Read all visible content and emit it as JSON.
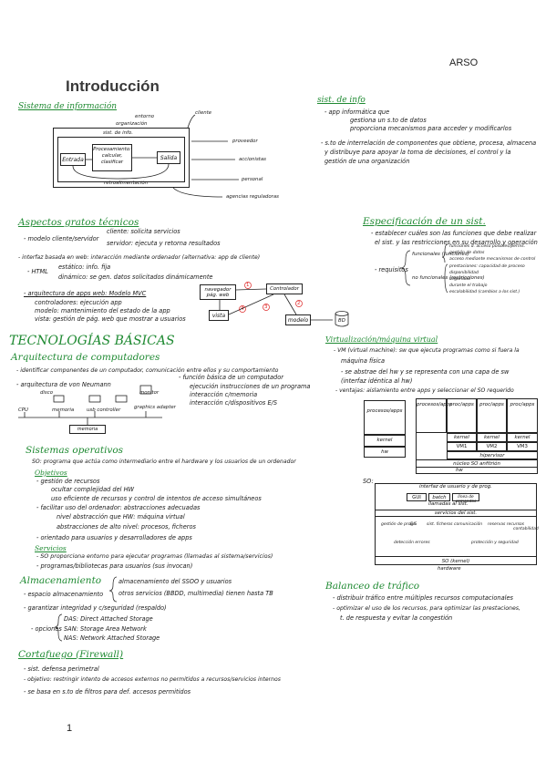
{
  "header": {
    "course": "ARSO",
    "title": "Introducción",
    "page_number": "1"
  },
  "sistema_info": {
    "title": "Sistema de información",
    "diagram": {
      "entorno": "entorno",
      "organizacion": "organización",
      "sist_info": "sist. de info.",
      "cliente": "cliente",
      "entrada": "Entrada",
      "procesamiento": "Procesamiento: calcular, clasificar",
      "salida": "Salida",
      "proveedor": "proveedor",
      "accionistas": "accionistas",
      "retroalimentacion": "retroalimentación",
      "personal": "personal",
      "agencias": "agencias reguladoras"
    }
  },
  "sist_de_info": {
    "title": "sist. de info",
    "lines": [
      "- app informática que",
      "gestiona un s.to de datos",
      "proporciona mecanismos para acceder y modificarlos",
      "- s.to de interrelación de componentes que obtiene, procesa, almacena",
      "y distribuye para apoyar la toma de decisiones, el control y la",
      "gestión de una organización"
    ]
  },
  "aspectos": {
    "title": "Aspectos gratos técnicos",
    "lines": [
      "- modelo cliente/servidor",
      "cliente: solicita servicios",
      "servidor: ejecuta y retorna resultados",
      "- interfaz basada en web: interacción mediante ordenador (alternativa: app de cliente)",
      "- HTML",
      "estático: info. fija",
      "dinámico: se gen. datos solicitados dinámicamente",
      "- arquitectura de apps web: Modelo MVC",
      "controladores: ejecución app",
      "modelo: mantenimiento del estado de la app",
      "vista: gestión de pág. web que mostrar a usuarios"
    ],
    "mvc": {
      "navegador": "navegador pág. web",
      "controlador": "Controlador",
      "vista": "vista",
      "modelo": "modelo",
      "bd": "BD",
      "n1": "1",
      "n2": "2",
      "n3": "3",
      "n4": "4"
    }
  },
  "especificacion": {
    "title": "Especificación de un sist.",
    "lines": [
      "- establecer cuáles son las funciones que debe realizar",
      "el sist. y las restricciones en su desarrollo y operación",
      "- requisitos",
      "funcionales (funciones)",
      "no funcionales (restricciones)",
      "funciones d. acceso posibles/perms.",
      "gestión de datos",
      "acceso mediante mecanismos de control",
      "prestaciones: capacidad de proceso",
      "disponibilidad",
      "seguridad",
      "durante el trabajo",
      "escalabilidad (cambios a los sist.)"
    ]
  },
  "tecnologias": {
    "title": "TECNOLOGÍAS BÁSICAS",
    "arquitectura_title": "Arquitectura de computadores",
    "lines": [
      "- identificar componentes de un computador, comunicación entre ellos y su comportamiento",
      "- arquitectura de von Neumann",
      "- función básica de un computador",
      "ejecución instrucciones de un programa",
      "interacción c/memoria",
      "interacción c/dispositivos E/S"
    ],
    "diagram": {
      "cpu": "CPU",
      "memoria": "memoria",
      "disco": "disco",
      "usb_controller": "usb controller",
      "graphics_adapter": "graphics adapter",
      "monitor": "monitor",
      "memoria_bus": "memoria"
    }
  },
  "sistemas_operativos": {
    "title": "Sistemas operativos",
    "definition": "SO: programa que actúa como intermediario entre el hardware y los usuarios de un ordenador",
    "objetivos_title": "Objetivos",
    "lines": [
      "- gestión de recursos",
      "ocultar complejidad del HW",
      "uso eficiente de recursos y control de intentos de acceso simultáneos",
      "- facilitar uso del ordenador: abstracciones adecuadas",
      "nivel abstracción que HW: máquina virtual",
      "abstracciones de alto nivel: procesos, ficheros",
      "- orientado para usuarios y desarrolladores de apps"
    ],
    "servicios_title": "Servicios",
    "servicios": [
      "- SO proporciona entorno para ejecutar programas (llamadas al sistema/servicios)",
      "- programas/bibliotecas para usuarios (sus invocan)"
    ]
  },
  "almacenamiento": {
    "title": "Almacenamiento",
    "lines": [
      "- espacio almacenamiento",
      "almacenamiento del SSOO y usuarios",
      "otros servicios (BBDD, multimedia) tienen hasta TB",
      "- garantizar integridad y c/seguridad (respaldo)",
      "- opciones",
      "DAS: Direct Attached Storage",
      "SAN: Storage Area Network",
      "NAS: Network Attached Storage"
    ]
  },
  "cortafuego": {
    "title": "Cortafuego (Firewall)",
    "lines": [
      "- sist. defensa perimetral",
      "- objetivo: restringir intento de accesos externos no permitidos a recursos/servicios internos",
      "- se basa en s.to de filtros para def. accesos permitidos"
    ]
  },
  "virtualizacion": {
    "title": "Virtualización/máquina virtual",
    "lines": [
      "- VM (virtual machine): sw que ejecuta programas como si fuera la",
      "máquina física",
      "- se abstrae del hw y se representa con una capa de sw",
      "(interfaz idéntica al hw)",
      "- ventajas: aislamiento entre apps y seleccionar el SO requerido"
    ],
    "diagram": {
      "procesos_apps": "procesos/apps",
      "kernel": "kernel",
      "hw": "hw",
      "cols": [
        "procesos/apps",
        "proc/apps",
        "proc/apps",
        "proc/apps"
      ],
      "kernels": [
        "kernel",
        "kernel",
        "kernel"
      ],
      "vms": [
        "VM1",
        "VM2",
        "VM3"
      ],
      "hypervisor": "hipervisor",
      "host": "núcleo SO anfitrión",
      "hw2": "hw"
    }
  },
  "so_diagram": {
    "label": "SO:",
    "top": "interfaz de usuario y de prog.",
    "gui": "GUI",
    "batch": "batch",
    "cli": "línea de comandos",
    "llamadas": "llamadas al sist.",
    "servicios": "servicios del sist.",
    "row1": [
      "gestión de progs.",
      "E/S",
      "sist. ficheros",
      "comunicación",
      "reservas recursos",
      "contabilidad"
    ],
    "row2": [
      "detección errores",
      "protección y seguridad"
    ],
    "kernel": "SO (kernel)",
    "hardware": "hardware"
  },
  "balanceo": {
    "title": "Balanceo de tráfico",
    "lines": [
      "- distribuir tráfico entre múltiples recursos computacionales",
      "- optimizar el uso de los recursos, para optimizar las prestaciones,",
      "t. de respuesta y evitar la congestión"
    ]
  }
}
